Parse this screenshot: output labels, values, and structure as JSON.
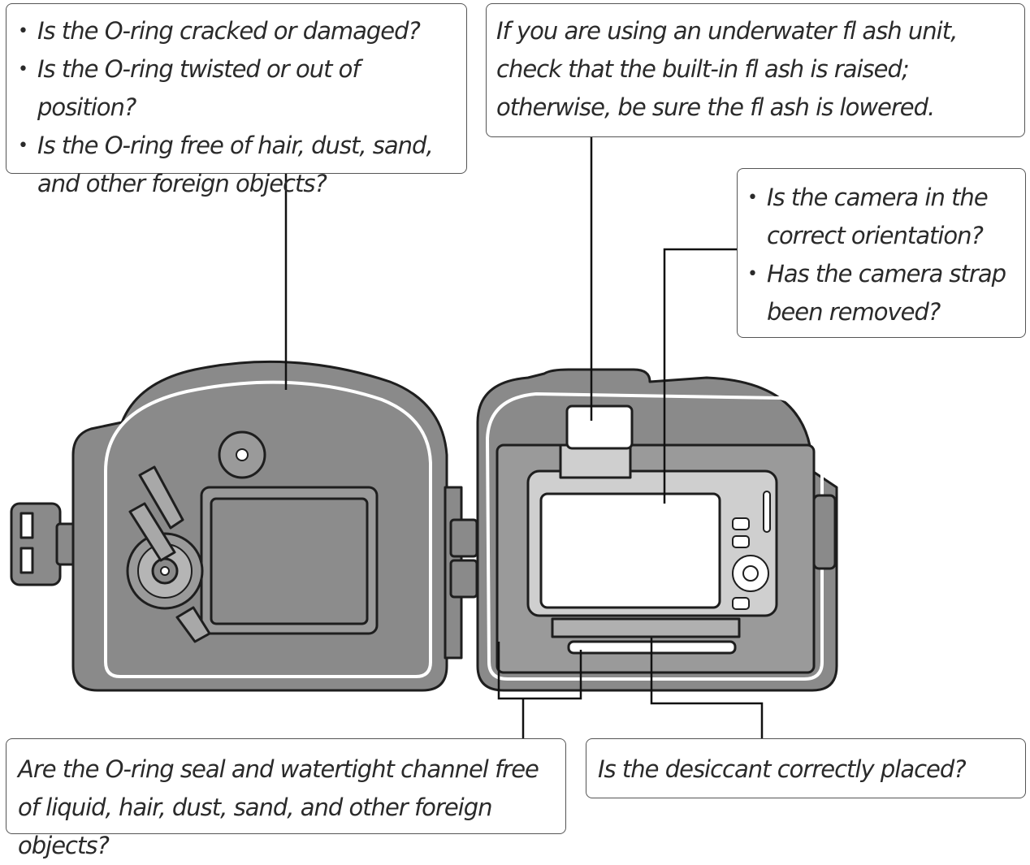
{
  "callouts": {
    "oring": {
      "items": [
        "Is the O-ring cracked or damaged?",
        "Is the O-ring twisted or out of position?",
        "Is the O-ring free of hair, dust, sand, and other foreign objects?"
      ]
    },
    "flash": {
      "text": "If you are using an underwater fl ash unit, check that the built-in fl ash is raised; otherwise, be sure the fl ash is lowered."
    },
    "camera": {
      "items": [
        "Is the camera in the correct orientation?",
        "Has the camera strap been removed?"
      ]
    },
    "channel": {
      "text": "Are the O-ring seal and watertight channel free of liquid, hair, dust, sand, and other foreign objects?"
    },
    "desiccant": {
      "text": "Is the desiccant correctly placed?"
    }
  }
}
